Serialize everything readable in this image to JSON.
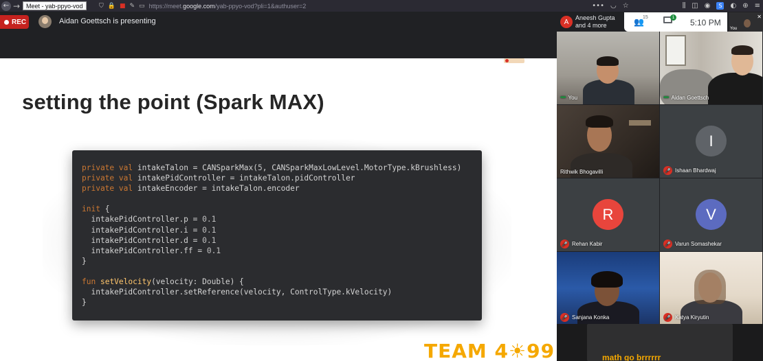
{
  "browser": {
    "tab_tooltip": "Meet - yab-ppyo-vod",
    "url_prefix": "https://meet.",
    "url_domain": "google.com",
    "url_suffix": "/yab-ppyo-vod?pli=1&authuser=2"
  },
  "presentation": {
    "rec_label": "REC",
    "presenting_text": "Aidan Goettsch is presenting"
  },
  "slide": {
    "title": "setting the point (Spark MAX)",
    "code_lines": [
      "private val intakeTalon = CANSparkMax(5, CANSparkMaxLowLevel.MotorType.kBrushless)",
      "private val intakePidController = intakeTalon.pidController",
      "private val intakeEncoder = intakeTalon.encoder",
      "",
      "init {",
      "  intakePidController.p = 0.1",
      "  intakePidController.i = 0.1",
      "  intakePidController.d = 0.1",
      "  intakePidController.ff = 0.1",
      "}",
      "",
      "fun setVelocity(velocity: Double) {",
      "  intakePidController.setReference(velocity, ControlType.kVelocity)",
      "}"
    ],
    "logo_text": "TEAM 4☀99"
  },
  "meeting": {
    "host_initial": "A",
    "host_line1": "Aneesh Gupta",
    "host_line2": "and 4 more",
    "people_count": "15",
    "chat_badge": "1",
    "time": "5:10 PM",
    "self_label": "You",
    "chat_message": "math go brrrrrr"
  },
  "participants": [
    {
      "name": "You",
      "muted": false,
      "speaking": true
    },
    {
      "name": "Aidan Goettsch",
      "muted": false,
      "speaking": true
    },
    {
      "name": "Rithwik Bhogavilli",
      "muted": false,
      "speaking": false
    },
    {
      "name": "Ishaan Bhardwaj",
      "muted": true,
      "initial": "I",
      "color": "#5f6368"
    },
    {
      "name": "Rehan Kabir",
      "muted": true,
      "initial": "R",
      "color": "#e8453c"
    },
    {
      "name": "Varun Somashekar",
      "muted": true,
      "initial": "V",
      "color": "#5c6bc0"
    },
    {
      "name": "Sanjana Konka",
      "muted": true
    },
    {
      "name": "Katya Kiryutin",
      "muted": true
    }
  ],
  "colors": {
    "accent_logo": "#f5a800",
    "rec": "#c5221f",
    "code_bg": "#2b2c2f"
  }
}
